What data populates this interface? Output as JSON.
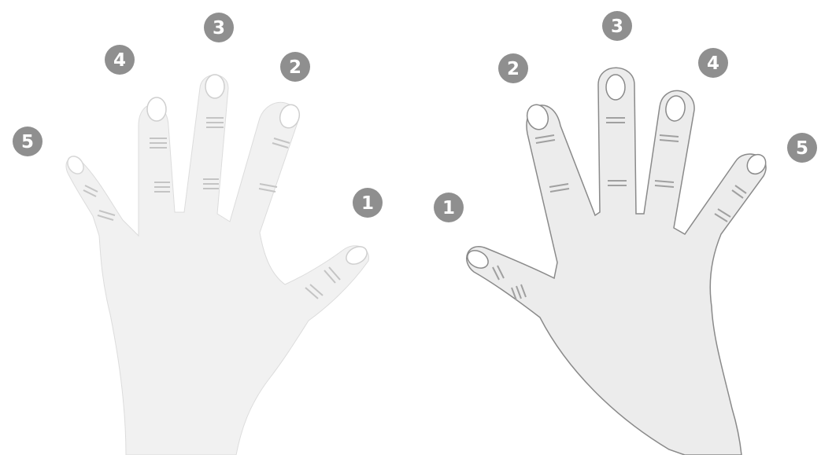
{
  "left_hand": {
    "finger_numbers": [
      {
        "finger": "thumb",
        "label": "1"
      },
      {
        "finger": "index",
        "label": "2"
      },
      {
        "finger": "middle",
        "label": "3"
      },
      {
        "finger": "ring",
        "label": "4"
      },
      {
        "finger": "pinky",
        "label": "5"
      }
    ]
  },
  "right_hand": {
    "finger_numbers": [
      {
        "finger": "thumb",
        "label": "1"
      },
      {
        "finger": "index",
        "label": "2"
      },
      {
        "finger": "middle",
        "label": "3"
      },
      {
        "finger": "ring",
        "label": "4"
      },
      {
        "finger": "pinky",
        "label": "5"
      }
    ]
  },
  "colors": {
    "badge_fill": "#8f8f8f",
    "badge_text": "#ffffff",
    "left_hand_fill": "#f1f1f1",
    "right_hand_fill": "#ececec",
    "outline": "#8a8a8a",
    "crease": "#a0a0a0"
  }
}
